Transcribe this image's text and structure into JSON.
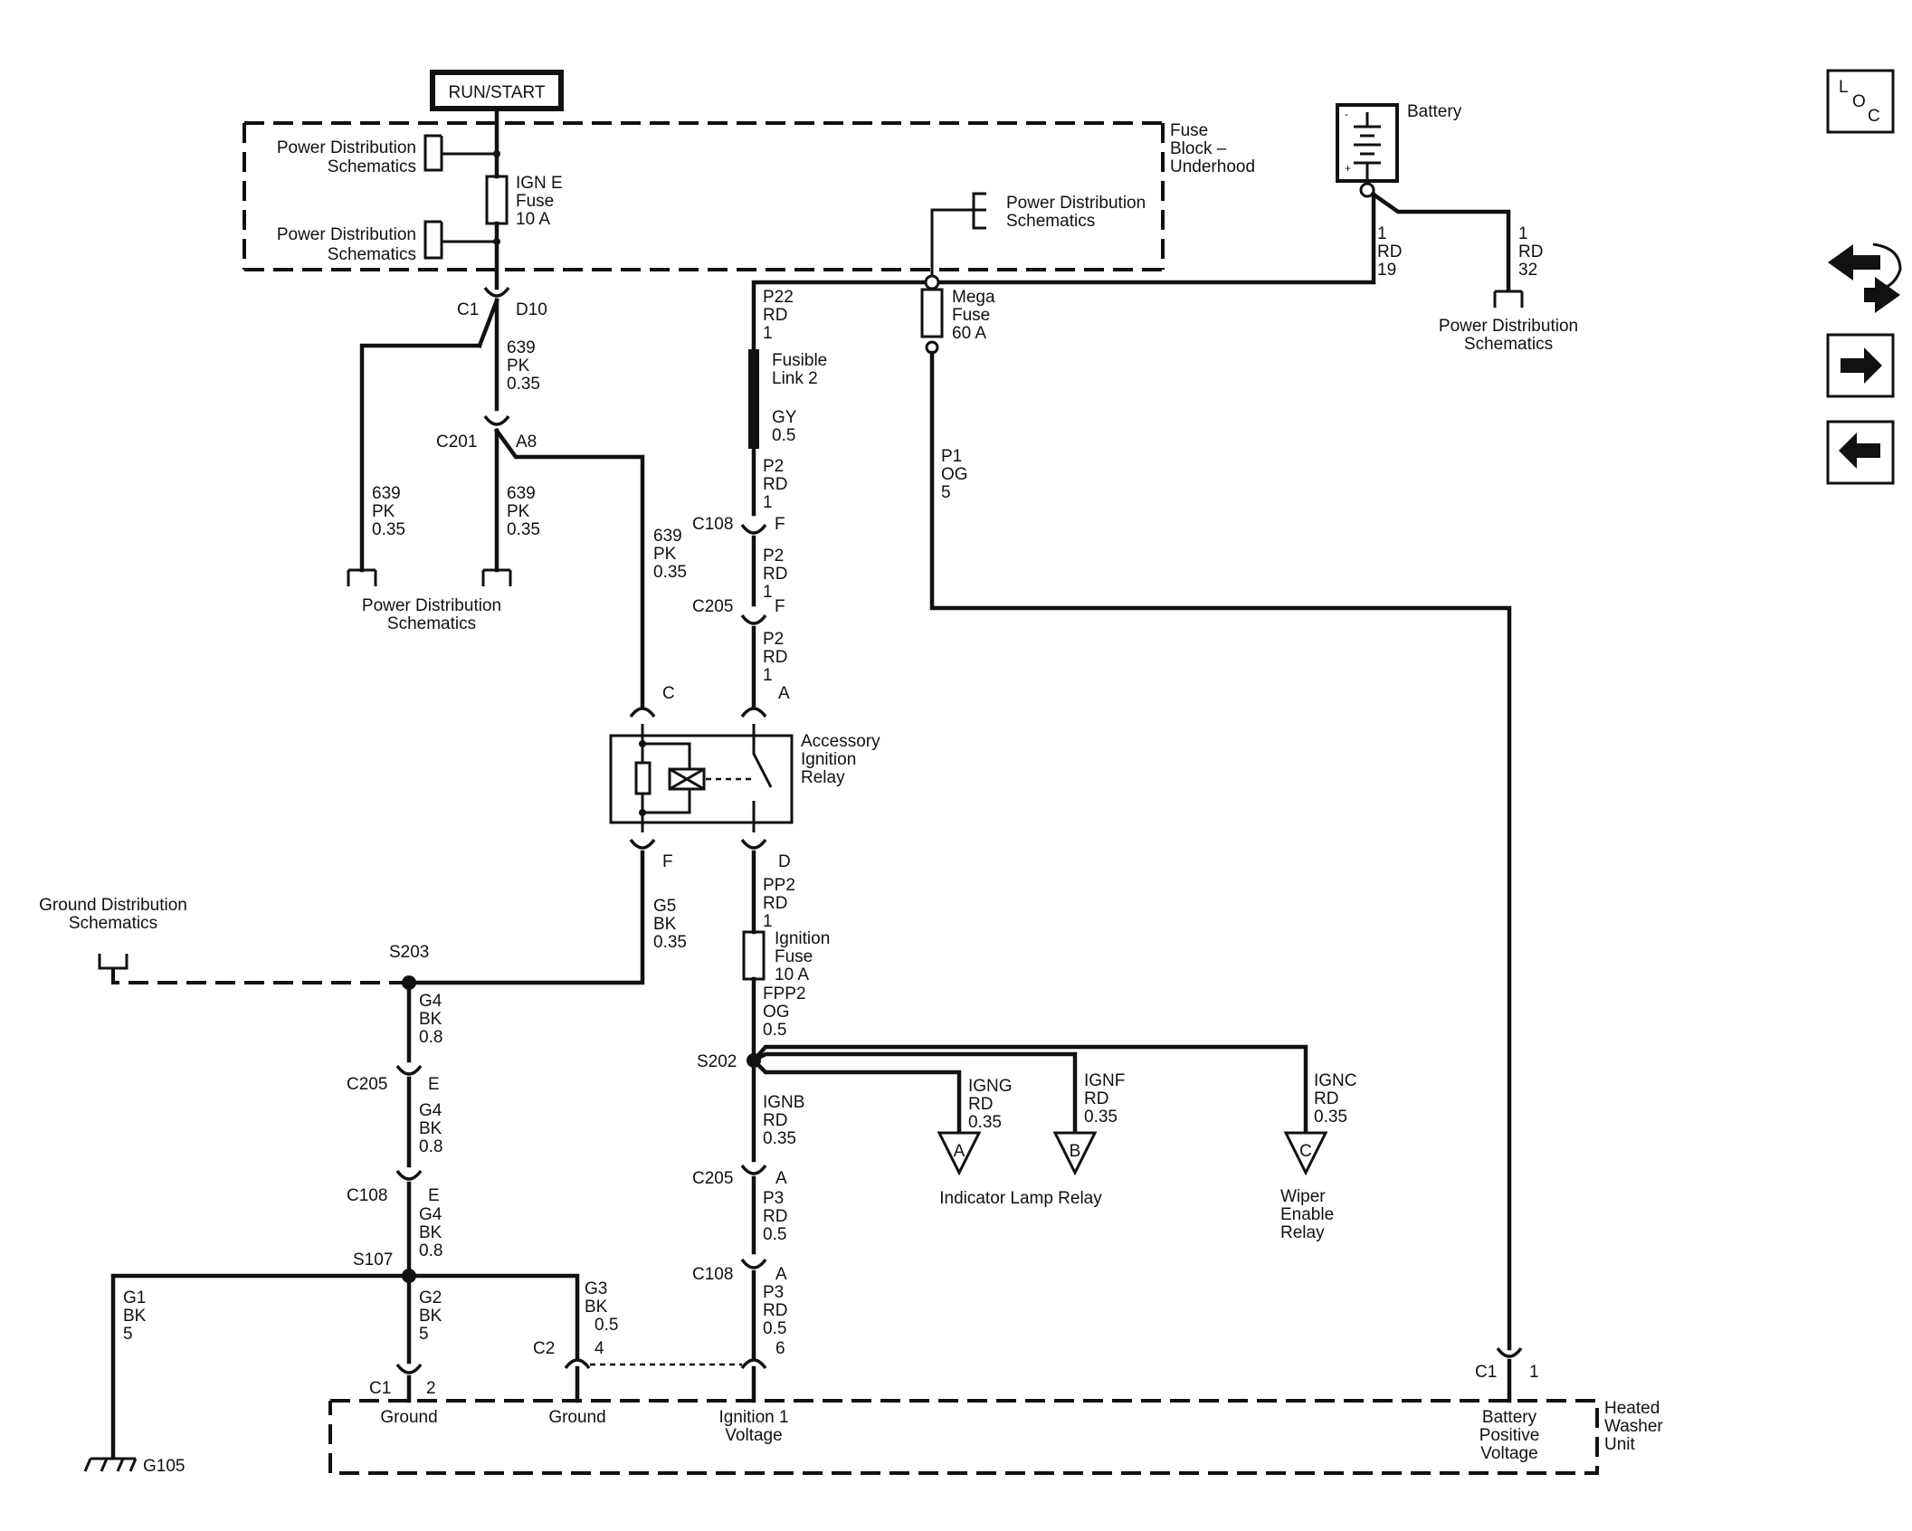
{
  "colors": {
    "ink": "#111111",
    "background": "#ffffff"
  },
  "switch_label": "RUN/START",
  "fuse_block": {
    "line1": "Fuse",
    "line2": "Block –",
    "line3": "Underhood"
  },
  "battery": {
    "label": "Battery",
    "minus": "-",
    "plus": "+"
  },
  "pd": {
    "line1": "Power Distribution",
    "line2": "Schematics"
  },
  "gd": {
    "line1": "Ground Distribution",
    "line2": "Schematics"
  },
  "ign_e_fuse": [
    "IGN E",
    "Fuse",
    "10 A"
  ],
  "mega_fuse": [
    "Mega",
    "Fuse",
    "60 A"
  ],
  "fusible_link": [
    "Fusible",
    "Link 2"
  ],
  "ignition_fuse": [
    "Ignition",
    "Fuse",
    "10 A"
  ],
  "relay_label": [
    "Accessory",
    "Ignition",
    "Relay"
  ],
  "connectors": {
    "c1_top": "C1",
    "d10": "D10",
    "c201": "C201",
    "a8": "A8",
    "c108_f": "C108",
    "f1": "F",
    "c205_f": "C205",
    "f2": "F",
    "relay_c": "C",
    "relay_a": "A",
    "relay_f": "F",
    "relay_d": "D",
    "s203": "S203",
    "s202": "S202",
    "s107": "S107",
    "c205_e": "C205",
    "e1": "E",
    "c108_e": "C108",
    "e2": "E",
    "c205_a": "C205",
    "a1": "A",
    "c108_a": "C108",
    "a2": "A",
    "c1_bot": "C1",
    "pin2": "2",
    "c2": "C2",
    "pin4": "4",
    "pin6": "6",
    "c1_right": "C1",
    "pin1": "1",
    "g105": "G105"
  },
  "wires": {
    "w639a": [
      "639",
      "PK",
      "0.35"
    ],
    "w639b": [
      "639",
      "PK",
      "0.35"
    ],
    "w639c": [
      "639",
      "PK",
      "0.35"
    ],
    "w639d": [
      "639",
      "PK",
      "0.35"
    ],
    "p22": [
      "P22",
      "RD",
      "1"
    ],
    "gy": [
      "GY",
      "0.5"
    ],
    "p2a": [
      "P2",
      "RD",
      "1"
    ],
    "p2b": [
      "P2",
      "RD",
      "1"
    ],
    "p2c": [
      "P2",
      "RD",
      "1"
    ],
    "p1": [
      "P1",
      "OG",
      "5"
    ],
    "rd19": [
      "1",
      "RD",
      "19"
    ],
    "rd32": [
      "1",
      "RD",
      "32"
    ],
    "g5": [
      "G5",
      "BK",
      "0.35"
    ],
    "pp2": [
      "PP2",
      "RD",
      "1"
    ],
    "fpp2": [
      "FPP2",
      "OG",
      "0.5"
    ],
    "g4a": [
      "G4",
      "BK",
      "0.8"
    ],
    "g4b": [
      "G4",
      "BK",
      "0.8"
    ],
    "g4c": [
      "G4",
      "BK",
      "0.8"
    ],
    "ignb": [
      "IGNB",
      "RD",
      "0.35"
    ],
    "ignf": [
      "IGNF",
      "RD",
      "0.35"
    ],
    "igng": [
      "IGNG",
      "RD",
      "0.35"
    ],
    "ignc": [
      "IGNC",
      "RD",
      "0.35"
    ],
    "p3a": [
      "P3",
      "RD",
      "0.5"
    ],
    "p3b": [
      "P3",
      "RD",
      "0.5"
    ],
    "g1": [
      "G1",
      "BK",
      "5"
    ],
    "g2": [
      "G2",
      "BK",
      "5"
    ],
    "g3": [
      "G3",
      "BK",
      "0.5"
    ]
  },
  "terminals": {
    "a": "A",
    "b": "B",
    "c": "C"
  },
  "indicator_lamp_relay": "Indicator Lamp Relay",
  "wiper_enable_relay": [
    "Wiper",
    "Enable",
    "Relay"
  ],
  "washer_unit": [
    "Heated",
    "Washer",
    "Unit"
  ],
  "unit_pins": {
    "ground1": "Ground",
    "ground2": "Ground",
    "ign1": [
      "Ignition 1",
      "Voltage"
    ],
    "batt": [
      "Battery",
      "Positive",
      "Voltage"
    ]
  },
  "nav": {
    "loc_l": "L",
    "loc_o": "O",
    "loc_c": "C"
  }
}
